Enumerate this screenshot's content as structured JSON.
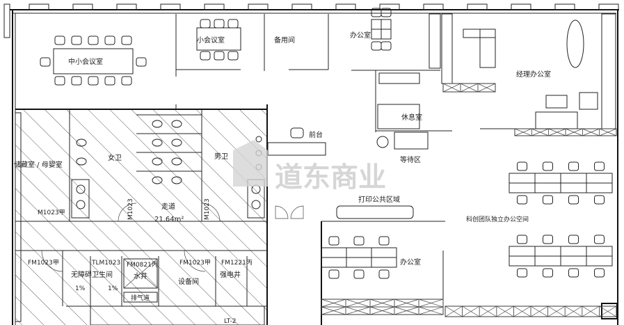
{
  "plan": {
    "watermark": "道东商业",
    "colors": {
      "line": "#111111",
      "hatch": "#333333",
      "watermark": "#cfcfcf",
      "background": "#ffffff"
    },
    "rooms": {
      "medium_meeting": "中小会议室",
      "small_meeting": "小会议室",
      "spare_room": "备用间",
      "office_top": "办公室",
      "manager_office": "经理办公室",
      "lounge": "休息室",
      "reception": "前台",
      "waiting_area": "等待区",
      "print_area": "打印公共区域",
      "team_space": "科创团队独立办公空间",
      "office_bottom": "办公室",
      "storage_nursing": "储藏室 / 母婴室",
      "female_wc": "女卫",
      "male_wc": "男卫",
      "corridor": "走道",
      "corridor_area": "21.64m²",
      "accessible_wc": "无障碍卫生间",
      "water_shaft": "水井",
      "equipment_room": "设备间",
      "power_shaft": "强电井",
      "exhaust": "排气道"
    },
    "door_tags": {
      "d1": "M1023甲",
      "d2": "M1023",
      "d3": "M1023",
      "d4": "FM1023甲",
      "d5": "TLM1023",
      "d6": "FM0821丙",
      "d7": "FM1023甲",
      "d8": "FM1221丙",
      "elevator": "LT-2",
      "m1": "1%",
      "m2": "1%"
    }
  }
}
